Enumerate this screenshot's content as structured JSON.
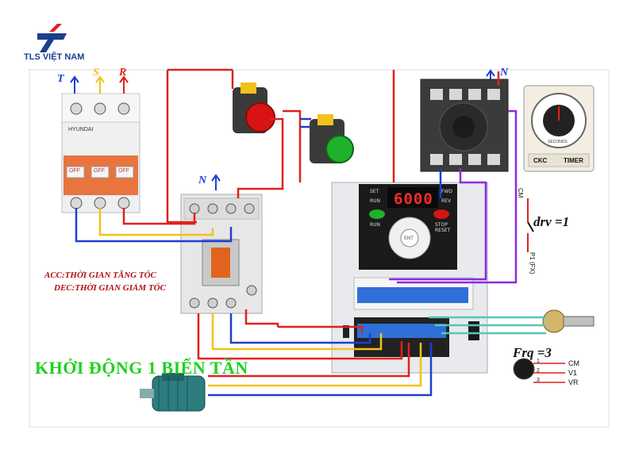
{
  "logo": {
    "text": "TLS VIỆT NAM"
  },
  "phases": {
    "t": "T",
    "s": "S",
    "r": "R",
    "n1": "N",
    "n2": "N"
  },
  "breaker": {
    "brand": "HYUNDAI",
    "off_label": "OFF"
  },
  "timer": {
    "brand": "CKC",
    "model": "TIMER",
    "unit": "SECONDS"
  },
  "inverter": {
    "display": "6000",
    "set": "SET",
    "run": "RUN",
    "fwd": "FWD",
    "rev": "REV",
    "run_key": "RUN",
    "stop_key": "STOP RESET",
    "ent_key": "ENT"
  },
  "notes": {
    "acc": "ACC:THỜI GIAN TĂNG TỐC",
    "dec": "DEC:THỜI GIAN GIẢM TỐC",
    "title": "KHỞI ĐỘNG 1 BIẾN TẦN",
    "drv": "drv =1",
    "frq": "Frq =3"
  },
  "switch": {
    "cm": "CM",
    "p1": "P1 (FX)"
  },
  "pot": {
    "cm": "CM",
    "v1": "V1",
    "vr": "VR",
    "n1": "1",
    "n2": "2",
    "n3": "3"
  },
  "colors": {
    "red": "#e0211c",
    "blue": "#1e3fd1",
    "yellow": "#f2c21b",
    "purple": "#8a2be2",
    "teal": "#55c6b8",
    "green_text": "#1fd11f",
    "logo": "#1a3f8f"
  }
}
